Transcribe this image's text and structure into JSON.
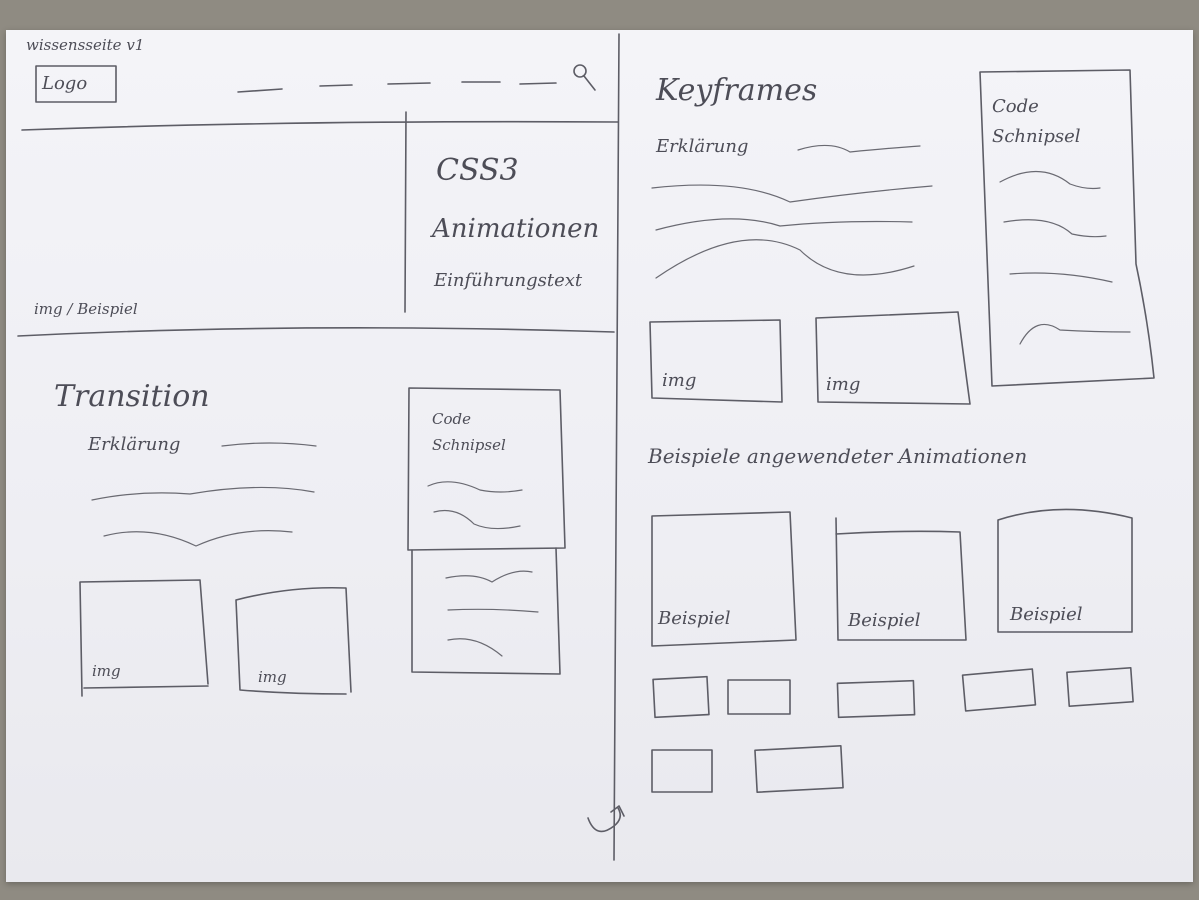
{
  "header": {
    "site_title": "wissensseite v1",
    "logo_label": "Logo",
    "search_icon": "search-icon"
  },
  "hero": {
    "image_label": "img / Beispiel",
    "title_line1": "CSS3",
    "title_line2": "Animationen",
    "intro_text": "Einführungstext"
  },
  "transition": {
    "heading": "Transition",
    "explanation_label": "Erklärung",
    "code_label_line1": "Code",
    "code_label_line2": "Schnipsel",
    "images": [
      "img",
      "img"
    ]
  },
  "keyframes": {
    "heading": "Keyframes",
    "explanation_label": "Erklärung",
    "code_label_line1": "Code",
    "code_label_line2": "Schnipsel",
    "images": [
      "img",
      "img"
    ]
  },
  "examples": {
    "heading": "Beispiele angewendeter Animationen",
    "cards": [
      "Beispiel",
      "Beispiel",
      "Beispiel"
    ],
    "thumbnail_count": 7
  },
  "footer": {
    "back_to_top_icon": "back-to-top-arrow-icon"
  },
  "colors": {
    "paper": "#f4f4f8",
    "pencil": "#5d5d66",
    "background": "#8f8b82"
  }
}
